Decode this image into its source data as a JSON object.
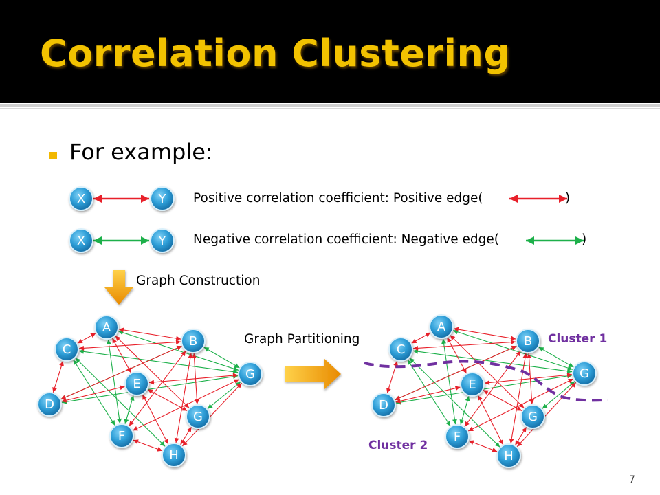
{
  "title": "Correlation Clustering",
  "bullet": "For example:",
  "legend": {
    "positive": {
      "from": "X",
      "to": "Y",
      "text": "Positive correlation coefficient: Positive edge(",
      "close": ")"
    },
    "negative": {
      "from": "X",
      "to": "Y",
      "text": "Negative correlation coefficient: Negative edge(",
      "close": ")"
    }
  },
  "steps": {
    "construction": "Graph Construction",
    "partitioning": "Graph Partitioning"
  },
  "clusters": {
    "cluster1": "Cluster 1",
    "cluster2": "Cluster 2"
  },
  "colors": {
    "accent": "#f2c200",
    "positive_edge": "#e8202a",
    "negative_edge": "#1db04a",
    "node_fill": "#2f9fd8",
    "cluster_boundary": "#7030a0"
  },
  "graph": {
    "nodes": [
      "A",
      "B",
      "C",
      "D",
      "E",
      "F",
      "G",
      "G",
      "H"
    ]
  },
  "page_number": "7"
}
